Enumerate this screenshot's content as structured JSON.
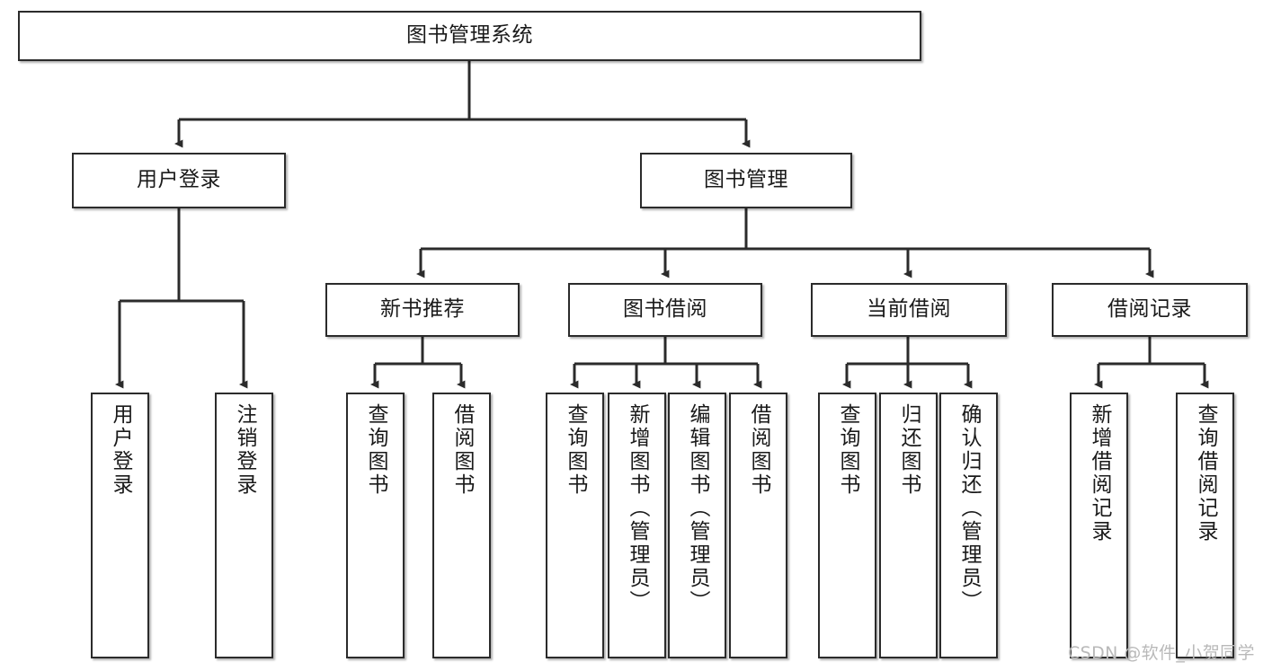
{
  "diagram": {
    "title": "图书管理系统",
    "type": "tree-hierarchy-chart",
    "watermark": "CSDN @软件_小贺同学",
    "colors": {
      "node_border": "#2b2b2b",
      "node_fill": "#ffffff",
      "edge": "#2b2b2b",
      "text": "#1a1a1a",
      "watermark": "#b9b9b9",
      "background": "#ffffff"
    },
    "nodes": {
      "root": {
        "label": "图书管理系统"
      },
      "level1": [
        {
          "id": "user-login",
          "label": "用户登录"
        },
        {
          "id": "book-manage",
          "label": "图书管理"
        }
      ],
      "level2": [
        {
          "id": "new-book-recommend",
          "label": "新书推荐"
        },
        {
          "id": "book-borrow",
          "label": "图书借阅"
        },
        {
          "id": "current-borrow",
          "label": "当前借阅"
        },
        {
          "id": "borrow-record",
          "label": "借阅记录"
        }
      ],
      "leaves": {
        "user_login": [
          {
            "id": "leaf-user-login",
            "label": "用户登录"
          },
          {
            "id": "leaf-logout",
            "label": "注销登录"
          }
        ],
        "new_book_recommend": [
          {
            "id": "leaf-query-book-1",
            "label": "查询图书"
          },
          {
            "id": "leaf-borrow-book-1",
            "label": "借阅图书"
          }
        ],
        "book_borrow": [
          {
            "id": "leaf-query-book-2",
            "label": "查询图书"
          },
          {
            "id": "leaf-add-book",
            "label": "新增图书（管理员）"
          },
          {
            "id": "leaf-edit-book",
            "label": "编辑图书（管理员）"
          },
          {
            "id": "leaf-borrow-book-2",
            "label": "借阅图书"
          }
        ],
        "current_borrow": [
          {
            "id": "leaf-query-book-3",
            "label": "查询图书"
          },
          {
            "id": "leaf-return-book",
            "label": "归还图书"
          },
          {
            "id": "leaf-confirm-return",
            "label": "确认归还（管理员）"
          }
        ],
        "borrow_record": [
          {
            "id": "leaf-add-record",
            "label": "新增借阅记录"
          },
          {
            "id": "leaf-query-record",
            "label": "查询借阅记录"
          }
        ]
      }
    }
  }
}
